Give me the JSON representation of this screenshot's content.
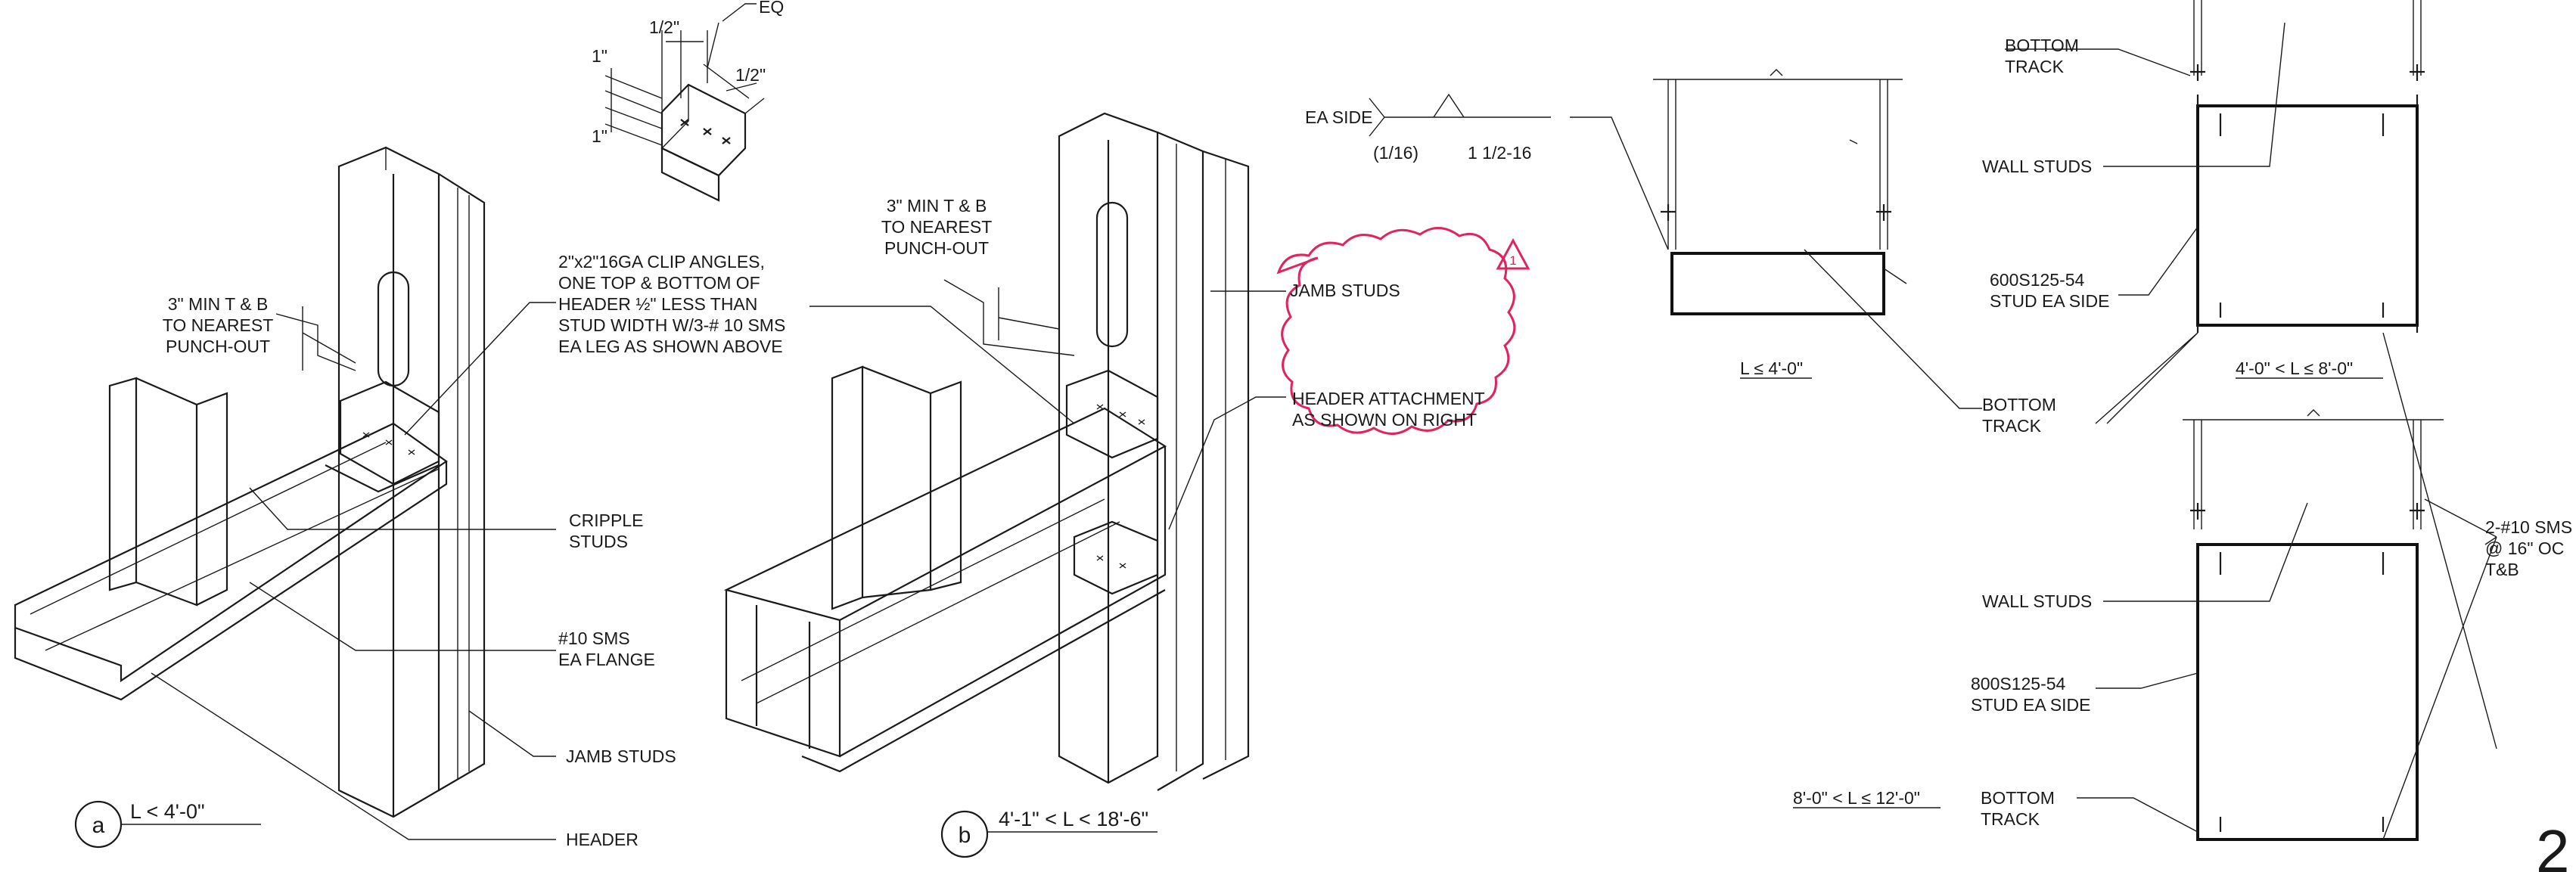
{
  "drawing": {
    "clip_detail": {
      "dim_half_top": "1/2\"",
      "dim_eq": "EQ",
      "dim_half_right": "1/2\"",
      "dim_one_top": "1\"",
      "dim_one_bottom": "1\""
    },
    "detail_a": {
      "tag": "a",
      "title": "L < 4'-0\"",
      "punchout_note": [
        "3\" MIN T & B",
        "TO NEAREST",
        "PUNCH-OUT"
      ],
      "clip_note": [
        "2\"x2\"16GA CLIP ANGLES,",
        "ONE TOP & BOTTOM OF",
        "HEADER ½\" LESS THAN",
        "STUD WIDTH W/3-# 10 SMS",
        "EA LEG AS SHOWN ABOVE"
      ],
      "cripple_note": [
        "CRIPPLE",
        "STUDS"
      ],
      "sms_note": [
        "#10 SMS",
        "EA FLANGE"
      ],
      "jamb_note": "JAMB STUDS",
      "header_note": "HEADER"
    },
    "detail_b": {
      "tag": "b",
      "title": "4'-1\" < L < 18'-6\"",
      "punchout_note": [
        "3\" MIN T & B",
        "TO NEAREST",
        "PUNCH-OUT"
      ],
      "jamb_note": "JAMB STUDS",
      "attach_note": [
        "HEADER ATTACHMENT",
        "AS SHOWN ON RIGHT"
      ],
      "revision_mark": "1"
    },
    "weld_symbol": {
      "side": "EA SIDE",
      "size": "(1/16)",
      "length": "1 1/2-16"
    },
    "sections": {
      "range1": "L ≤ 4'-0\"",
      "range2": "4'-0\" < L ≤  8'-0\"",
      "range3": "8'-0\" < L ≤  12'-0\"",
      "bottom_track_1": [
        "BOTTOM",
        "TRACK"
      ],
      "wall_studs_1": "WALL STUDS",
      "stud_600": [
        "600S125-54",
        "STUD EA SIDE"
      ],
      "bottom_track_2": [
        "BOTTOM",
        "TRACK"
      ],
      "wall_studs_2": "WALL STUDS",
      "stud_800": [
        "800S125-54",
        "STUD EA SIDE"
      ],
      "bottom_track_3": [
        "BOTTOM",
        "TRACK"
      ],
      "sms_note": [
        "2-#10 SMS",
        "@ 16\" OC",
        "T&B"
      ],
      "sheet_fragment": "2"
    }
  }
}
